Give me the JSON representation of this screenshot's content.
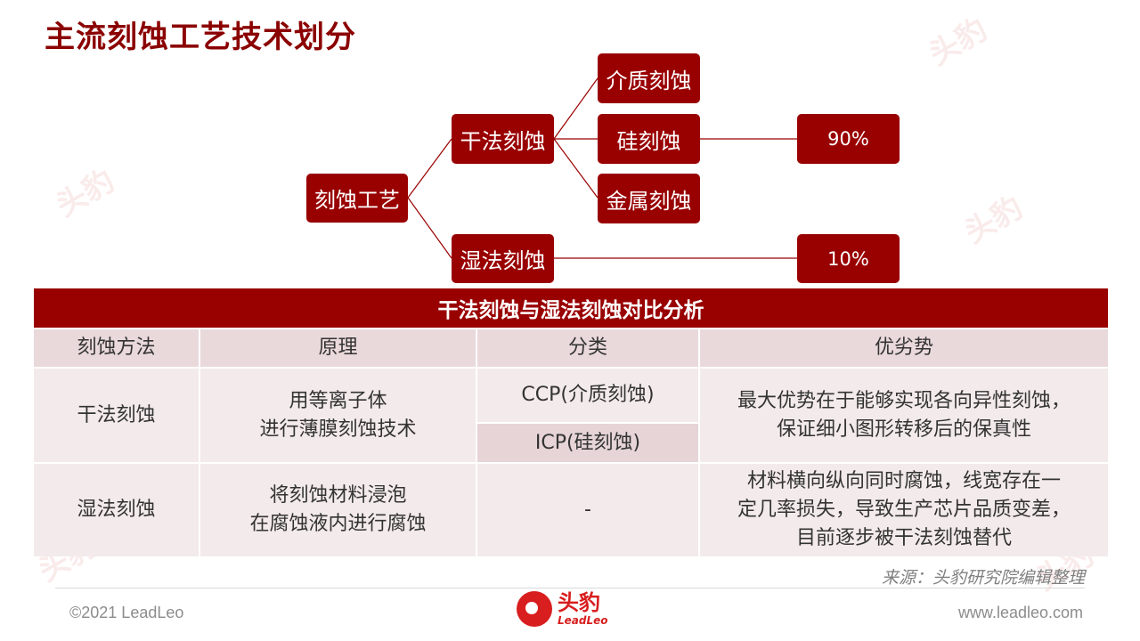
{
  "title": "主流刻蚀工艺技术划分",
  "tree": {
    "root": "刻蚀工艺",
    "dry": "干法刻蚀",
    "wet": "湿法刻蚀",
    "dielectric": "介质刻蚀",
    "silicon": "硅刻蚀",
    "metal": "金属刻蚀",
    "dry_share": "90%",
    "wet_share": "10%"
  },
  "table": {
    "title": "干法刻蚀与湿法刻蚀对比分析",
    "headers": [
      "刻蚀方法",
      "原理",
      "分类",
      "优劣势"
    ],
    "rows": [
      {
        "method": "干法刻蚀",
        "principle": "用等离子体\n进行薄膜刻蚀技术",
        "categories": [
          "CCP(介质刻蚀)",
          "ICP(硅刻蚀)"
        ],
        "pros_cons": "最大优势在于能够实现各向异性刻蚀，\n保证细小图形转移后的保真性"
      },
      {
        "method": "湿法刻蚀",
        "principle": "将刻蚀材料浸泡\n在腐蚀液内进行腐蚀",
        "category": "-",
        "pros_cons": "材料横向纵向同时腐蚀，线宽存在一\n定几率损失，导致生产芯片品质变差，\n目前逐步被干法刻蚀替代"
      }
    ]
  },
  "source": "来源：头豹研究院编辑整理",
  "footer": {
    "copyright": "©2021 LeadLeo",
    "website": "www.leadleo.com",
    "logo_cn": "头豹",
    "logo_en": "LeadLeo"
  },
  "colors": {
    "brand": "#990000",
    "title": "#8b0000",
    "header_bg": "#ead9db",
    "cell_bg": "#f3eaeb"
  }
}
